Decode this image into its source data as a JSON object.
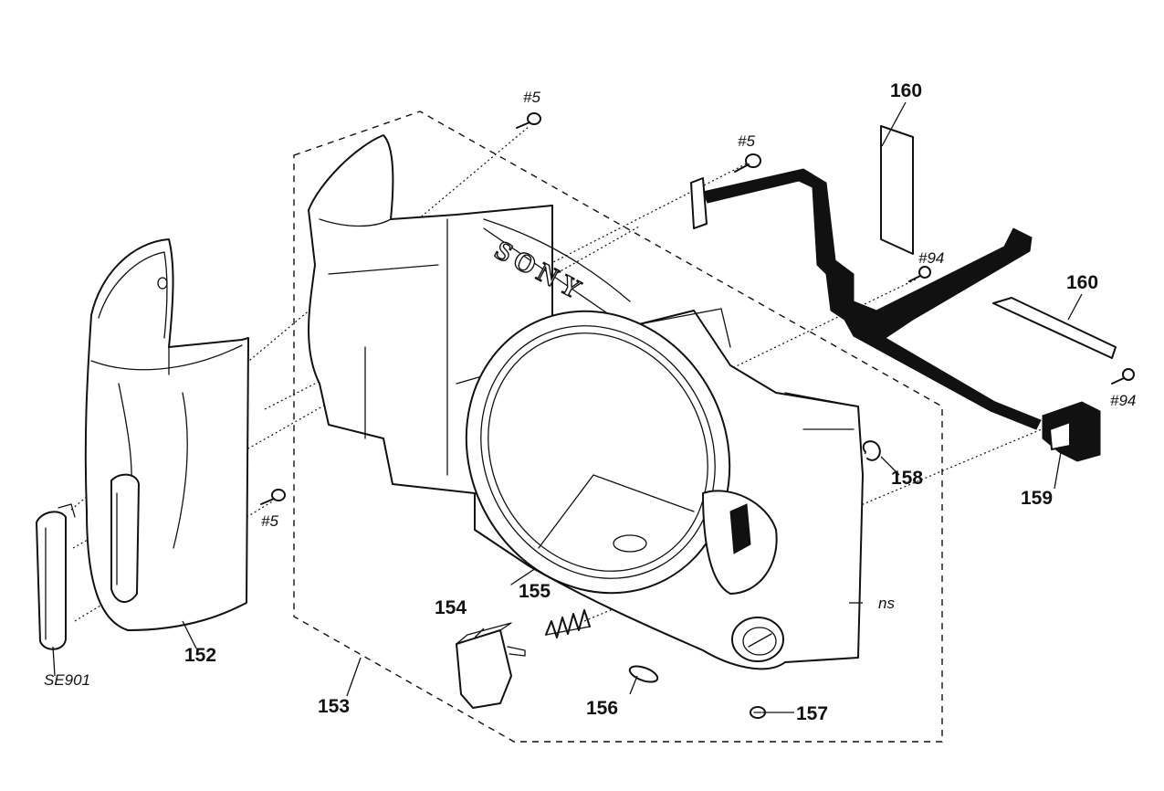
{
  "callouts": {
    "c152": "152",
    "c153": "153",
    "c154": "154",
    "c155": "155",
    "c156": "156",
    "c157": "157",
    "c158": "158",
    "c159": "159",
    "c160a": "160",
    "c160b": "160",
    "se901": "SE901",
    "ns": "ns",
    "s5_top": "#5",
    "s5_mid": "#5",
    "s5_left": "#5",
    "s94_a": "#94",
    "s94_b": "#94"
  },
  "brand": {
    "logo": "SONY"
  }
}
